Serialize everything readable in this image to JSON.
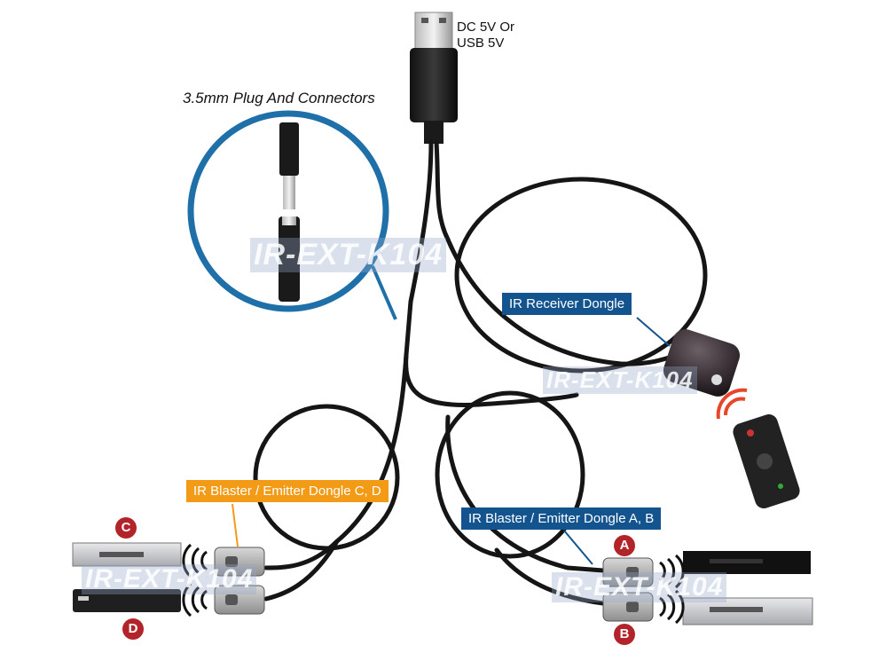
{
  "labels": {
    "power_line1": "DC 5V Or",
    "power_line2": "USB 5V",
    "plug_title": "3.5mm Plug And Connectors",
    "receiver": "IR Receiver Dongle",
    "blaster_cd": "IR Blaster / Emitter Dongle C, D",
    "blaster_ab": "IR Blaster / Emitter Dongle A, B"
  },
  "watermark": "IR-EXT-K104",
  "badges": {
    "a": "A",
    "b": "B",
    "c": "C",
    "d": "D"
  },
  "colors": {
    "callout_blue": "#13548f",
    "callout_orange": "#f39a17",
    "badge_red": "#b3242a",
    "circle_ring": "#1f6fa8"
  }
}
